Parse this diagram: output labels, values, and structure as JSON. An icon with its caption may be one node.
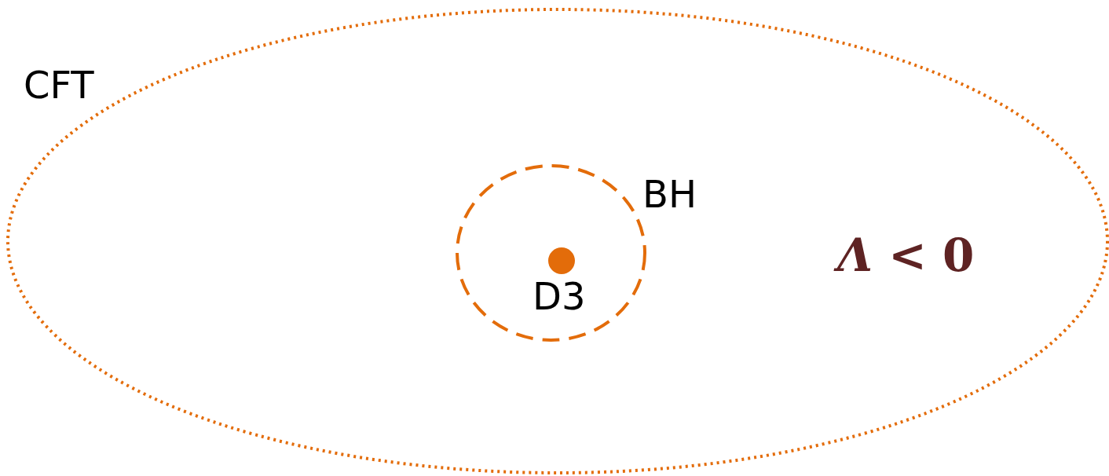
{
  "diagram": {
    "nodes": [
      {
        "text": [
          "CFT"
        ]
      },
      {
        "text": [
          "BH"
        ],
        "in": 0
      },
      {
        "text": [
          "D3"
        ],
        "in": 1
      }
    ],
    "edges": [],
    "labels": [
      "*Λ* < 0"
    ]
  }
}
